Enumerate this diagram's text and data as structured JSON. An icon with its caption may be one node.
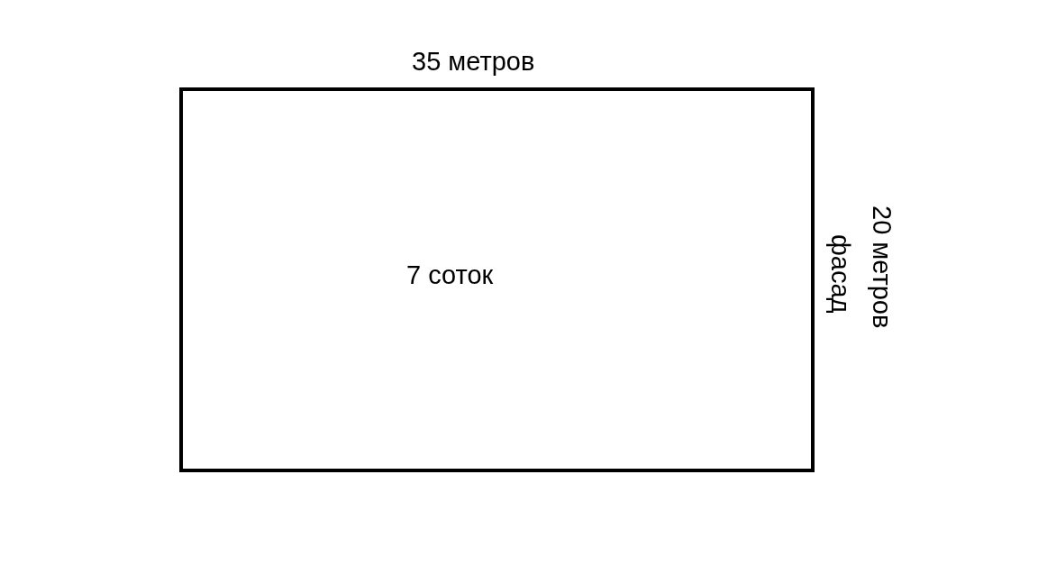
{
  "diagram": {
    "nodes": [
      {
        "text": [
          "7 соток"
        ]
      }
    ],
    "labels": [
      "35 метров",
      "20 метров",
      "фасад"
    ]
  }
}
